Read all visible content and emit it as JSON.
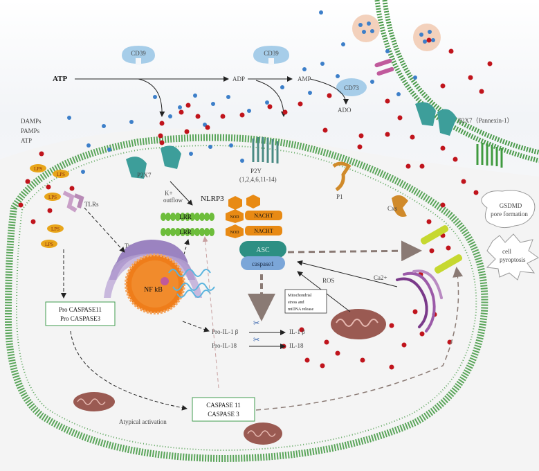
{
  "labels": {
    "atp_top": "ATP",
    "adp": "ADP",
    "amp": "AMP",
    "ado": "ADO",
    "cd39_left": "CD39",
    "cd39_right": "CD39",
    "cd73": "CD73",
    "damps": "DAMPs",
    "pamps": "PAMPs",
    "atp_left": "ATP",
    "lps": "LPS",
    "tlrs": "TLRs",
    "p2x7": "P2X7",
    "k_outflow_1": "K+",
    "k_outflow_2": "outflow",
    "nlrp3": "NLRP3",
    "lrr": "LRR",
    "nod": "NOD",
    "nacht": "NACHT",
    "asc": "ASC",
    "caspase1": "caspase1",
    "p2y": "P2Y",
    "p2y_subtypes": "(1,2,4,6,11-14)",
    "p1": "P1",
    "cxs": "Cxs",
    "p2x7_pannexin": "P2X7（Pannexin-1）",
    "gsdmd_1": "GSDMD",
    "gsdmd_2": "pore formation",
    "cell_1": "cell",
    "cell_2": "pyroptosis",
    "typical": "Typical activation",
    "atypical": "Atypical activation",
    "nfkb": "NF kB",
    "ros": "ROS",
    "ca2": "Ca2+",
    "mito_1": "Mitochondrial",
    "mito_2": "stress and",
    "mito_3": "mtDNA release",
    "pro_il1b": "Pro-IL-1 β",
    "pro_il18": "Pro-IL-18",
    "il1b": "IL-1 β",
    "il18": "IL-18",
    "pro_caspase11": "Pro CASPASE11",
    "pro_caspase3": "Pro CASPASE3",
    "caspase11": "CASPASE 11",
    "caspase3": "CASPASE 3"
  },
  "colors": {
    "membrane": "#4a9a4a",
    "atp_dot": "#c0141c",
    "blue_dot": "#3d7fc9",
    "cd39": "#a6cde9",
    "p2x7": "#3d9e9a",
    "p2y": "#4a8a84",
    "nucleus": "#ef7d1a",
    "er": "#9b83c0",
    "mito": "#9a5a52",
    "golgi": "#7a3a8a",
    "asc": "#2d8f83",
    "caspase": "#7ba6d8",
    "lrr": "#6dbd3b",
    "nacht": "#e88a14",
    "lps": "#e8a51a",
    "box_border": "#3f9b4e"
  }
}
